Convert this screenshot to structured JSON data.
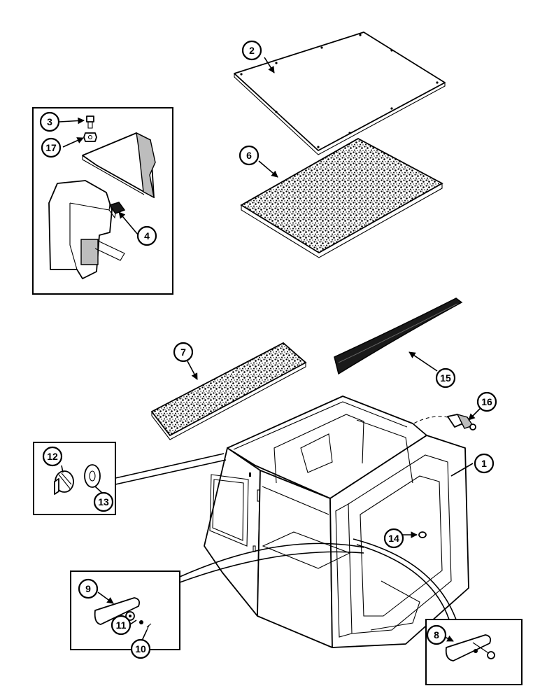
{
  "diagram": {
    "callouts": [
      {
        "id": "c1",
        "label": "1"
      },
      {
        "id": "c2",
        "label": "2"
      },
      {
        "id": "c3",
        "label": "3"
      },
      {
        "id": "c4",
        "label": "4"
      },
      {
        "id": "c6",
        "label": "6"
      },
      {
        "id": "c7",
        "label": "7"
      },
      {
        "id": "c8",
        "label": "8"
      },
      {
        "id": "c9",
        "label": "9"
      },
      {
        "id": "c10",
        "label": "10"
      },
      {
        "id": "c11",
        "label": "11"
      },
      {
        "id": "c12",
        "label": "12"
      },
      {
        "id": "c13",
        "label": "13"
      },
      {
        "id": "c14",
        "label": "14"
      },
      {
        "id": "c15",
        "label": "15"
      },
      {
        "id": "c16",
        "label": "16"
      },
      {
        "id": "c17",
        "label": "17"
      }
    ]
  }
}
